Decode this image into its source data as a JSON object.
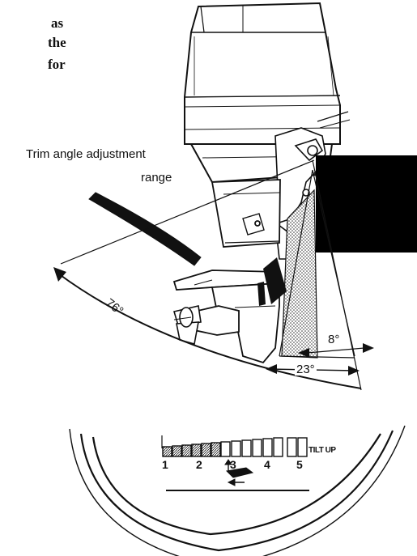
{
  "text_fragments": [
    "as",
    "the",
    "for"
  ],
  "labels": {
    "trim_range_line1": "Trim angle adjustment",
    "trim_range_line2": "range"
  },
  "angles": {
    "tilt_range": "76°",
    "trim_range": "23°",
    "small_angle": "8°"
  },
  "gauge": {
    "numbers": [
      "1",
      "2",
      "3",
      "4",
      "5"
    ],
    "tilt_label": "TILT UP",
    "segments_total": 12,
    "segments_hatched": 6
  }
}
